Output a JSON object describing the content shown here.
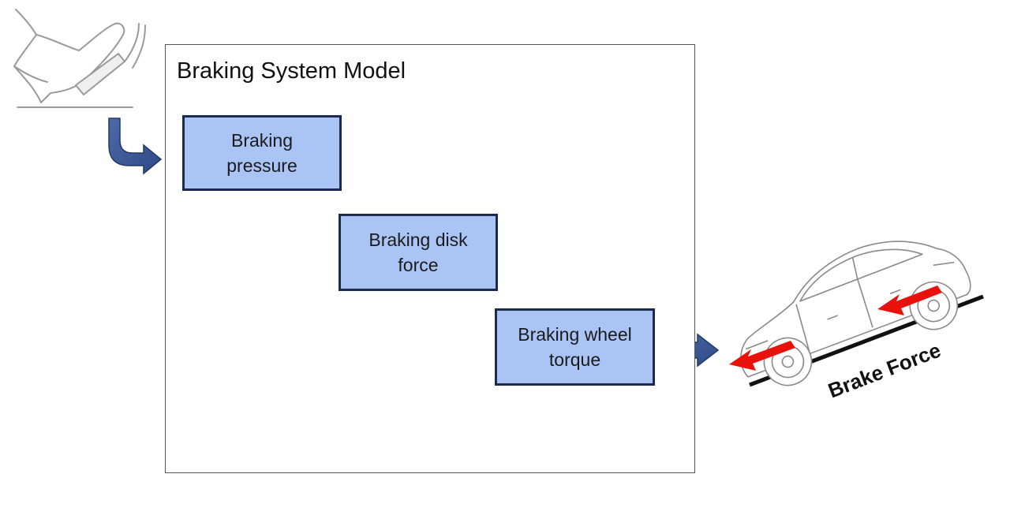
{
  "diagram": {
    "title": "Braking System Model",
    "stages": [
      {
        "line1": "Braking",
        "line2": "pressure"
      },
      {
        "line1": "Braking disk",
        "line2": "force"
      },
      {
        "line1": "Braking wheel",
        "line2": "torque"
      }
    ],
    "output_label": "Brake Force",
    "icons": [
      "brake-pedal-icon",
      "car-icon",
      "brake-force-arrow-icon"
    ],
    "colors": {
      "stage_fill": "#a9c4f5",
      "stage_border": "#1c2a4f",
      "flow_arrow": "#3a5694",
      "force_arrow": "#e8120c"
    }
  }
}
